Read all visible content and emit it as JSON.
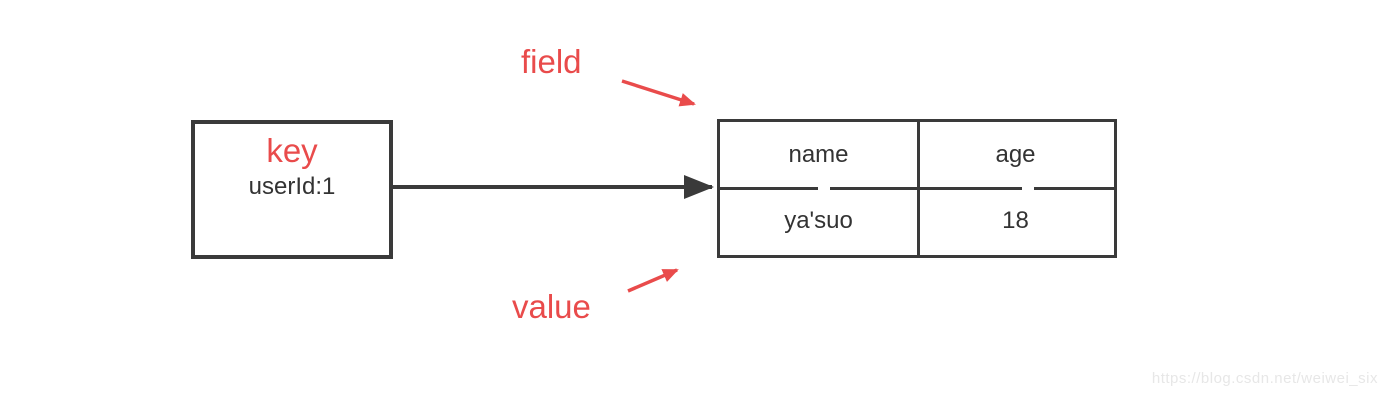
{
  "key_box": {
    "title": "key",
    "subtitle": "userId:1"
  },
  "annotations": {
    "field": "field",
    "value": "value"
  },
  "hash_table": {
    "headers": [
      "name",
      "age"
    ],
    "row": [
      "ya'suo",
      "18"
    ]
  },
  "watermark": "https://blog.csdn.net/weiwei_six",
  "colors": {
    "accent_red": "#e94b4b",
    "line_dark": "#3a3a3a",
    "text_dark": "#333333",
    "watermark_gray": "#e7e7e7"
  }
}
